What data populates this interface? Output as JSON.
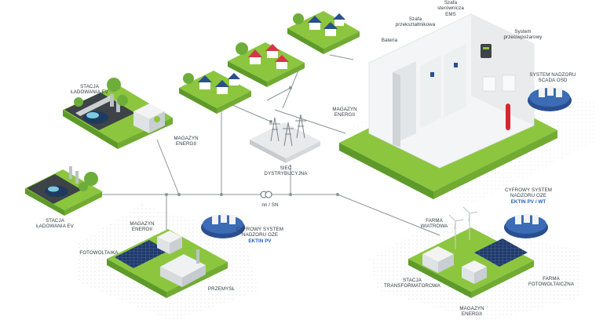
{
  "labels": {
    "ev_station_top": "STACJA\nŁADOWANIA EV",
    "storage_top": "MAGAZYN\nENERGII",
    "ev_station_bottom": "STACJA\nŁADOWANIA EV",
    "grid": "SIEĆ\nDYSTRYBUCYJNA",
    "transformer_ratio": "nn / SN",
    "storage_center": "MAGAZYN\nENERGII",
    "battery": "Bateria",
    "converter_cabinet": "Szafa\nprzekształtnikowa",
    "ems_cabinet": "Szafa\nsterownicza\nEMS",
    "fire_system": "System\nprzeciwpożarowy",
    "scada_system": "SYSTEM NADZORU\nSCADA OSD",
    "industry_storage": "MAGAZYN\nENERGII",
    "photovoltaics": "FOTOWOLTAIKA",
    "industry": "PRZEMYSŁ",
    "digital_system_pv_line1": "CYFROWY SYSTEM\nNADZORU OZE",
    "digital_system_pv_line2": "EKTIN PV",
    "digital_system_pvwt_line1": "CYFROWY SYSTEM\nNADZORU OZE",
    "digital_system_pvwt_line2": "EKTIN PV / WT",
    "wind_farm": "FARMA\nWIATROWA",
    "transformer_station": "STACJA\nTRANSFORMATOROWA",
    "pv_farm": "FARMA\nFOTOWOLTAICZNA",
    "farm_storage": "MAGAZYN\nENERGII"
  },
  "colors": {
    "grass": "#8cc63f",
    "grass_dark": "#5e9a2a",
    "line": "#8a9499",
    "solar": "#1f3a6b",
    "tree": "#6dae3a",
    "roof_red": "#d6344a",
    "roof_blue": "#2a4f8f",
    "shadow": "#eeeeee",
    "fire_red": "#d7262e",
    "accent_blue": "#1b5fb8"
  },
  "icons": [
    "ev-car-icon",
    "charger-icon",
    "storage-container-icon",
    "house-icon",
    "tree-icon",
    "transmission-tower-icon",
    "transformer-icon",
    "wind-turbine-icon",
    "solar-panel-icon",
    "server-rack-icon",
    "fire-extinguisher-icon"
  ]
}
